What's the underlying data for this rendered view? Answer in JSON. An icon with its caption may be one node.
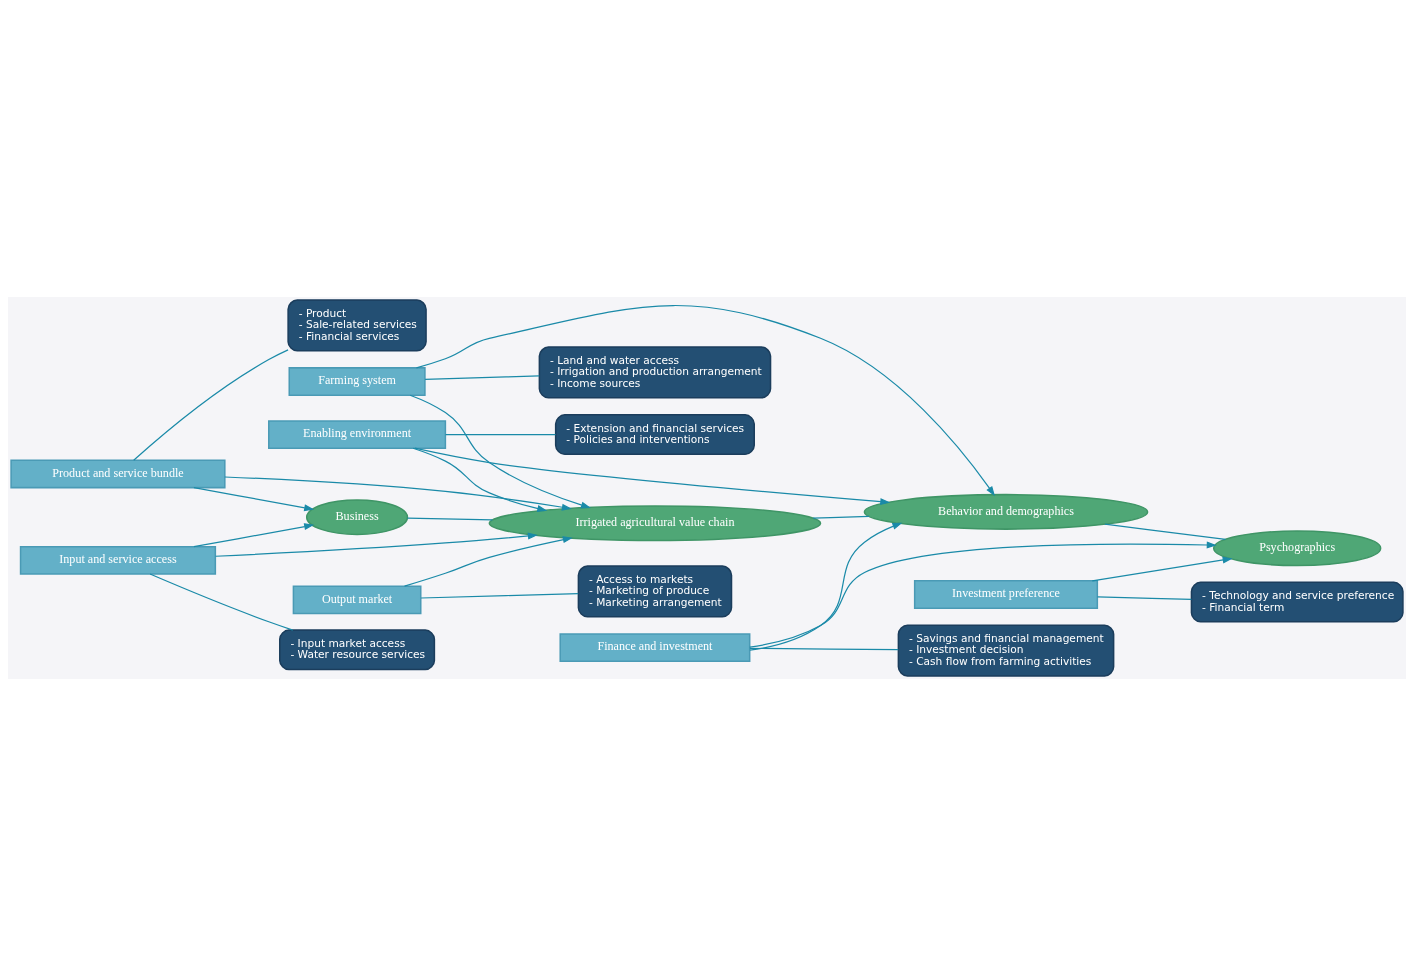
{
  "diagram": {
    "nodes": [
      {
        "text": [
          "Product and service bundle"
        ]
      },
      {
        "text": [
          "- Product",
          "- Sale-related services",
          "- Financial services"
        ]
      },
      {
        "text": [
          "Input and service access"
        ]
      },
      {
        "text": [
          "- Input market access",
          "- Water resource services"
        ]
      },
      {
        "text": [
          "Business"
        ]
      },
      {
        "text": [
          "Irrigated agricultural value chain"
        ]
      },
      {
        "text": [
          "Output market"
        ]
      },
      {
        "text": [
          "- Access to markets",
          "- Marketing of produce",
          "- Marketing arrangement"
        ]
      },
      {
        "text": [
          "Farming system"
        ]
      },
      {
        "text": [
          "- Land and water access",
          "- Irrigation and production arrangement",
          "- Income sources"
        ]
      },
      {
        "text": [
          "Enabling environment"
        ]
      },
      {
        "text": [
          "- Extension and financial services",
          "- Policies and interventions"
        ]
      },
      {
        "text": [
          "Behavior and demographics"
        ]
      },
      {
        "text": [
          "Finance and investment"
        ]
      },
      {
        "text": [
          "- Savings and financial management",
          "- Investment decision",
          "- Cash flow from farming activities"
        ]
      },
      {
        "text": [
          "Investment preference"
        ]
      },
      {
        "text": [
          "- Technology and service preference",
          "- Financial term"
        ]
      },
      {
        "text": [
          "Psychographics"
        ]
      }
    ],
    "edges": [
      {
        "from": 0,
        "to": 1,
        "arrow": "none"
      },
      {
        "from": 0,
        "to": 4,
        "arrow": "to"
      },
      {
        "from": 0,
        "to": 5,
        "arrow": "to"
      },
      {
        "from": 2,
        "to": 3,
        "arrow": "none"
      },
      {
        "from": 2,
        "to": 4,
        "arrow": "to"
      },
      {
        "from": 2,
        "to": 5,
        "arrow": "to"
      },
      {
        "from": 4,
        "to": 5,
        "arrow": "none"
      },
      {
        "from": 6,
        "to": 7,
        "arrow": "none"
      },
      {
        "from": 6,
        "to": 5,
        "arrow": "to"
      },
      {
        "from": 8,
        "to": 9,
        "arrow": "none"
      },
      {
        "from": 8,
        "to": 5,
        "arrow": "to"
      },
      {
        "from": 8,
        "to": 12,
        "arrow": "to"
      },
      {
        "from": 10,
        "to": 11,
        "arrow": "none"
      },
      {
        "from": 10,
        "to": 5,
        "arrow": "to"
      },
      {
        "from": 10,
        "to": 12,
        "arrow": "to"
      },
      {
        "from": 5,
        "to": 12,
        "arrow": "none"
      },
      {
        "from": 13,
        "to": 14,
        "arrow": "none"
      },
      {
        "from": 13,
        "to": 12,
        "arrow": "to"
      },
      {
        "from": 13,
        "to": 17,
        "arrow": "to"
      },
      {
        "from": 15,
        "to": 16,
        "arrow": "none"
      },
      {
        "from": 15,
        "to": 17,
        "arrow": "to"
      },
      {
        "from": 12,
        "to": 17,
        "arrow": "none"
      }
    ]
  }
}
